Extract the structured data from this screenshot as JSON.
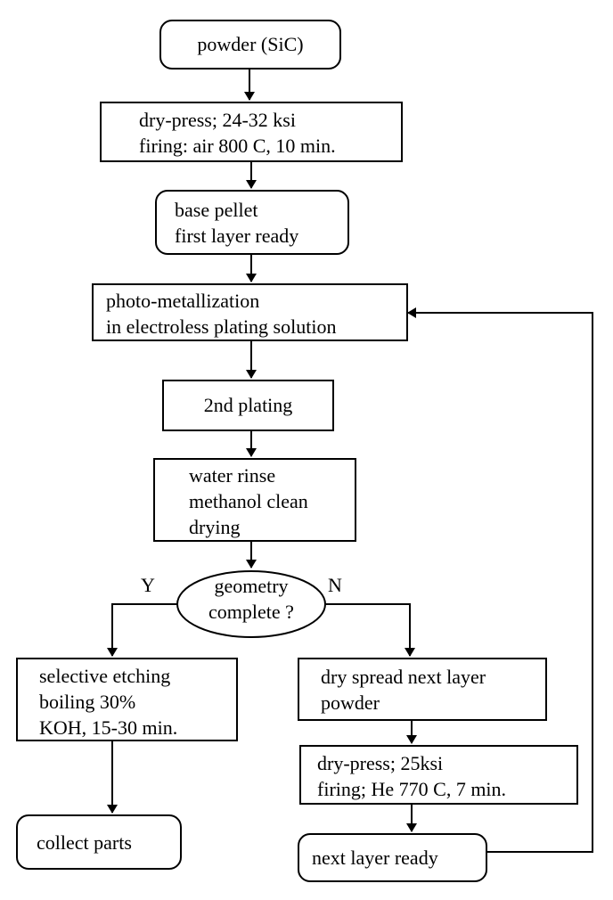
{
  "nodes": {
    "powder": {
      "lines": [
        "powder (SiC)"
      ]
    },
    "dry_press_1": {
      "lines": [
        "dry-press; 24-32 ksi",
        "firing: air 800 C, 10 min."
      ]
    },
    "base_pellet": {
      "lines": [
        "base pellet",
        "first layer ready"
      ]
    },
    "photo_metallization": {
      "lines": [
        "photo-metallization",
        "in electroless plating solution"
      ]
    },
    "second_plating": {
      "lines": [
        "2nd plating"
      ]
    },
    "rinse": {
      "lines": [
        "water rinse",
        "methanol clean",
        "drying"
      ]
    },
    "decision": {
      "lines": [
        "geometry",
        "complete ?"
      ]
    },
    "etching": {
      "lines": [
        "selective etching",
        "boiling 30%",
        "KOH, 15-30 min."
      ]
    },
    "collect": {
      "lines": [
        "collect parts"
      ]
    },
    "spread": {
      "lines": [
        "dry spread next layer",
        "powder"
      ]
    },
    "dry_press_2": {
      "lines": [
        "dry-press; 25ksi",
        "firing; He 770 C, 7 min."
      ]
    },
    "next_layer": {
      "lines": [
        "next layer ready"
      ]
    }
  },
  "branch_labels": {
    "yes": "Y",
    "no": "N"
  }
}
